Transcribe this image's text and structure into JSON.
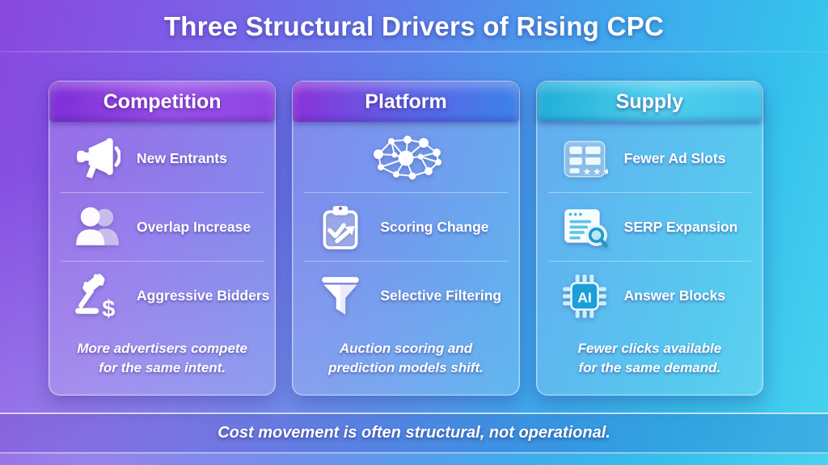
{
  "title": "Three Structural Drivers of Rising CPC",
  "bottom_note": "Cost movement is often structural, not operational.",
  "colors": {
    "bg_purple": "#8a48e0",
    "bg_blue": "#3fa6ec",
    "bg_cyan": "#49d2f0",
    "header_competition": "#8d43e2",
    "header_platform": "#3b82ea",
    "header_supply": "#3ec2ea",
    "text": "#ffffff"
  },
  "columns": [
    {
      "header": "Competition",
      "items": [
        {
          "icon": "megaphone-icon",
          "label": "New Entrants"
        },
        {
          "icon": "people-overlap-icon",
          "label": "Overlap Increase"
        },
        {
          "icon": "gavel-dollar-icon",
          "label": "Aggressive Bidders",
          "icon_text": "$"
        }
      ],
      "footer": "More advertisers compete\nfor the same intent."
    },
    {
      "header": "Platform",
      "items": [
        {
          "icon": "network-graph-icon",
          "label": ""
        },
        {
          "icon": "clipboard-check-icon",
          "label": "Scoring Change"
        },
        {
          "icon": "funnel-icon",
          "label": "Selective Filtering"
        }
      ],
      "footer": "Auction scoring and\nprediction models shift."
    },
    {
      "header": "Supply",
      "items": [
        {
          "icon": "ad-slots-icon",
          "label": "Fewer Ad Slots",
          "icon_text": "★★★"
        },
        {
          "icon": "serp-magnifier-icon",
          "label": "SERP Expansion"
        },
        {
          "icon": "ai-chip-icon",
          "label": "Answer Blocks",
          "icon_text": "AI"
        }
      ],
      "footer": "Fewer clicks available\nfor the same demand."
    }
  ]
}
